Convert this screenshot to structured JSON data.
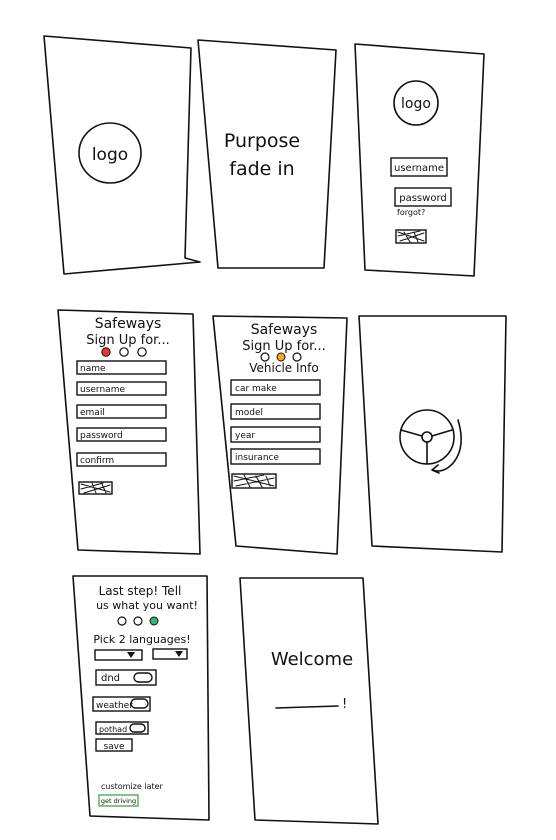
{
  "screens": {
    "splash": {
      "logo": "logo"
    },
    "purpose": {
      "line1": "Purpose",
      "line2": "fade in"
    },
    "login": {
      "logo": "logo",
      "username": "username",
      "password": "password",
      "forgot": "forgot?"
    },
    "signup": {
      "title": "Safeways",
      "subtitle": "Sign Up for...",
      "fields": [
        "name",
        "username",
        "email",
        "password",
        "confirm"
      ]
    },
    "vehicle": {
      "title": "Safeways",
      "subtitle": "Sign Up for...",
      "section": "Vehicle Info",
      "fields": [
        "car make",
        "model",
        "year",
        "insurance"
      ]
    },
    "prefs": {
      "title1": "Last step! Tell",
      "title2": "us what you want!",
      "languages": "Pick 2 languages!",
      "toggles": [
        "dnd",
        "weather",
        "pothad"
      ],
      "save": "save",
      "customize": "customize later",
      "button": "get driving"
    },
    "welcome": {
      "text": "Welcome",
      "punct": "!"
    }
  },
  "colors": {
    "ink": "#111111",
    "dot_red": "#e53935",
    "dot_orange": "#f5a623",
    "dot_green": "#2eb872",
    "button_border_green": "#4caf50"
  },
  "icons": [
    "steering-wheel-icon",
    "loading-arrow-icon",
    "dropdown-arrow-icon",
    "toggle-switch-icon"
  ]
}
